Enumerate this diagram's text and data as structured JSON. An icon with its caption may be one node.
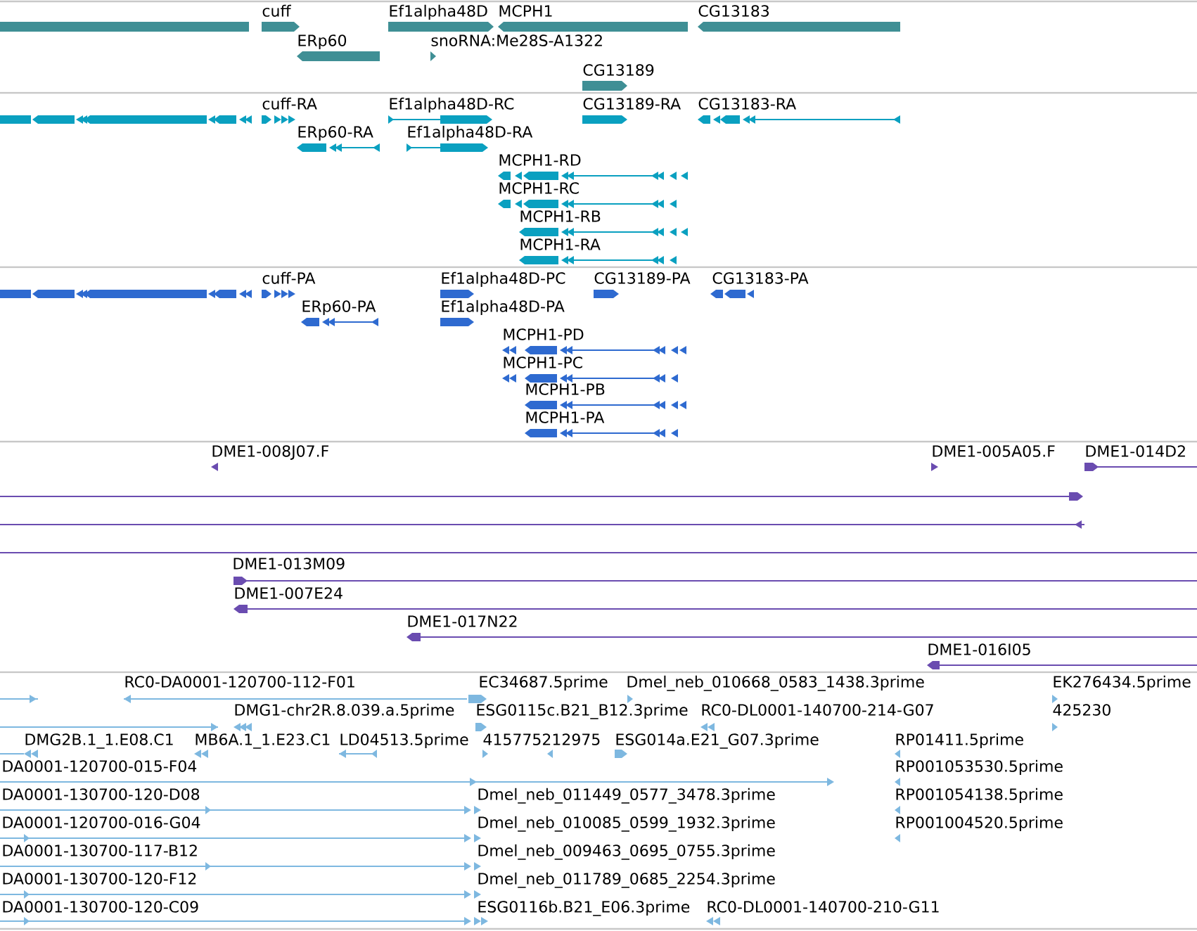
{
  "diagram": {
    "labels": [
      "cuff",
      "Ef1alpha48D",
      "MCPH1",
      "CG13183",
      "ERp60",
      "snoRNA:Me28S-A1322",
      "CG13189",
      "cuff-RA",
      "Ef1alpha48D-RC",
      "CG13189-RA",
      "CG13183-RA",
      "ERp60-RA",
      "Ef1alpha48D-RA",
      "MCPH1-RD",
      "MCPH1-RC",
      "MCPH1-RB",
      "MCPH1-RA",
      "cuff-PA",
      "Ef1alpha48D-PC",
      "CG13189-PA",
      "CG13183-PA",
      "ERp60-PA",
      "Ef1alpha48D-PA",
      "MCPH1-PD",
      "MCPH1-PC",
      "MCPH1-PB",
      "MCPH1-PA",
      "DME1-008J07.F",
      "DME1-005A05.F",
      "DME1-014D2",
      "DME1-013M09",
      "DME1-007E24",
      "DME1-017N22",
      "DME1-016I05",
      "RC0-DA0001-120700-112-F01",
      "EC34687.5prime",
      "Dmel_neb_010668_0583_1438.3prime",
      "EK276434.5prime",
      "DMG1-chr2R.8.039.a.5prime",
      "ESG0115c.B21_B12.3prime",
      "RC0-DL0001-140700-214-G07",
      "425230",
      "DMG2B.1_1.E08.C1",
      "MB6A.1_1.E23.C1",
      "LD04513.5prime",
      "415775212975",
      "ESG014a.E21_G07.3prime",
      "RP01411.5prime",
      "DA0001-120700-015-F04",
      "RP001053530.5prime",
      "DA0001-130700-120-D08",
      "Dmel_neb_011449_0577_3478.3prime",
      "RP001054138.5prime",
      "DA0001-120700-016-G04",
      "Dmel_neb_010085_0599_1932.3prime",
      "RP001004520.5prime",
      "DA0001-130700-117-B12",
      "Dmel_neb_009463_0695_0755.3prime",
      "DA0001-130700-120-F12",
      "Dmel_neb_011789_0685_2254.3prime",
      "DA0001-130700-120-C09",
      "ESG0116b.B21_E06.3prime",
      "RC0-DL0001-140700-210-G11"
    ]
  }
}
